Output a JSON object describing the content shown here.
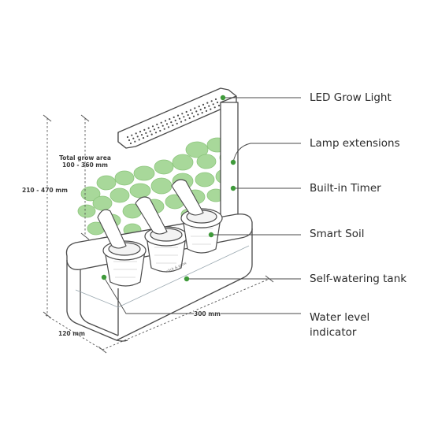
{
  "callouts": {
    "led_grow_light": "LED Grow Light",
    "lamp_extensions": "Lamp extensions",
    "built_in_timer": "Built-in Timer",
    "smart_soil": "Smart Soil",
    "self_watering_tank": "Self-watering tank",
    "water_level_line1": "Water level",
    "water_level_line2": "indicator"
  },
  "dimensions": {
    "total_grow_area_label": "Total grow area",
    "total_grow_area_value": "100 - 360 mm",
    "height": "210 - 470 mm",
    "depth": "120 mm",
    "width": "300 mm"
  },
  "device_brand_text": "click & grow",
  "colors": {
    "outline": "#4a4a4a",
    "dot": "#3f9a3a",
    "leaf": "#a8d89a",
    "leaf_edge": "#8cc57c",
    "text": "#2a2a2a"
  }
}
